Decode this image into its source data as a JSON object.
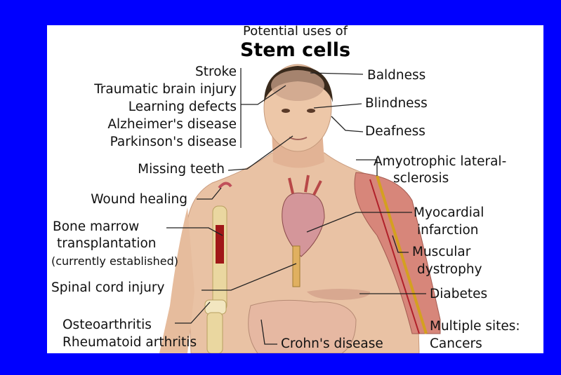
{
  "title_top": "Potential uses of",
  "title_main": "Stem cells",
  "colors": {
    "frame": "#0000ff",
    "panel": "#ffffff",
    "skin": "#e9c2a4",
    "line": "#222222"
  },
  "labels": {
    "stroke": "Stroke",
    "tbi": "Traumatic brain injury",
    "learning": "Learning defects",
    "alzheimers": "Alzheimer's disease",
    "parkinsons": "Parkinson's disease",
    "teeth": "Missing teeth",
    "wound": "Wound healing",
    "bone1": "Bone marrow",
    "bone2": "transplantation",
    "bone3": "(currently established)",
    "spinal": "Spinal cord injury",
    "osteo": "Osteoarthritis",
    "rheum": "Rheumatoid arthritis",
    "baldness": "Baldness",
    "blindness": "Blindness",
    "deafness": "Deafness",
    "als1": "Amyotrophic lateral-",
    "als2": "sclerosis",
    "myo1": "Myocardial",
    "myo2": "infarction",
    "musc1": "Muscular",
    "musc2": "dystrophy",
    "diabetes": "Diabetes",
    "multi1": "Multiple sites:",
    "multi2": "Cancers",
    "crohns": "Crohn's disease"
  }
}
